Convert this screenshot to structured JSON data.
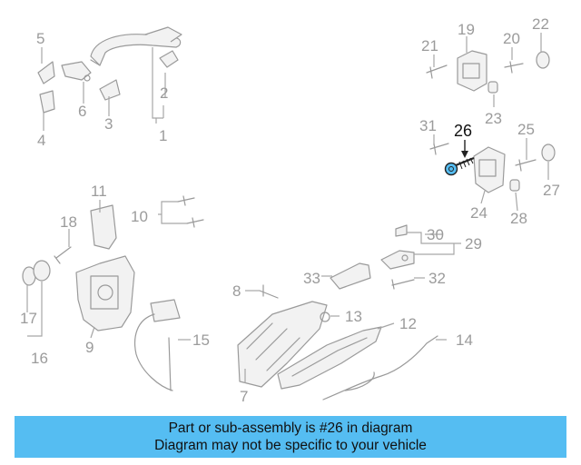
{
  "banner": {
    "line1": "Part or sub-assembly is #26 in diagram",
    "line2": "Diagram may not be specific to your vehicle"
  },
  "highlight": {
    "part_number": "26",
    "color": "#55bdf2"
  },
  "labels": {
    "l1": "1",
    "l2": "2",
    "l3": "3",
    "l4": "4",
    "l5": "5",
    "l6": "6",
    "l7": "7",
    "l8": "8",
    "l9": "9",
    "l10": "10",
    "l11": "11",
    "l12": "12",
    "l13": "13",
    "l14": "14",
    "l15": "15",
    "l16": "16",
    "l17": "17",
    "l18": "18",
    "l19": "19",
    "l20": "20",
    "l21": "21",
    "l22": "22",
    "l23": "23",
    "l24": "24",
    "l25": "25",
    "l26": "26",
    "l27": "27",
    "l28": "28",
    "l29": "29",
    "l30": "30",
    "l31": "31",
    "l32": "32",
    "l33": "33"
  }
}
